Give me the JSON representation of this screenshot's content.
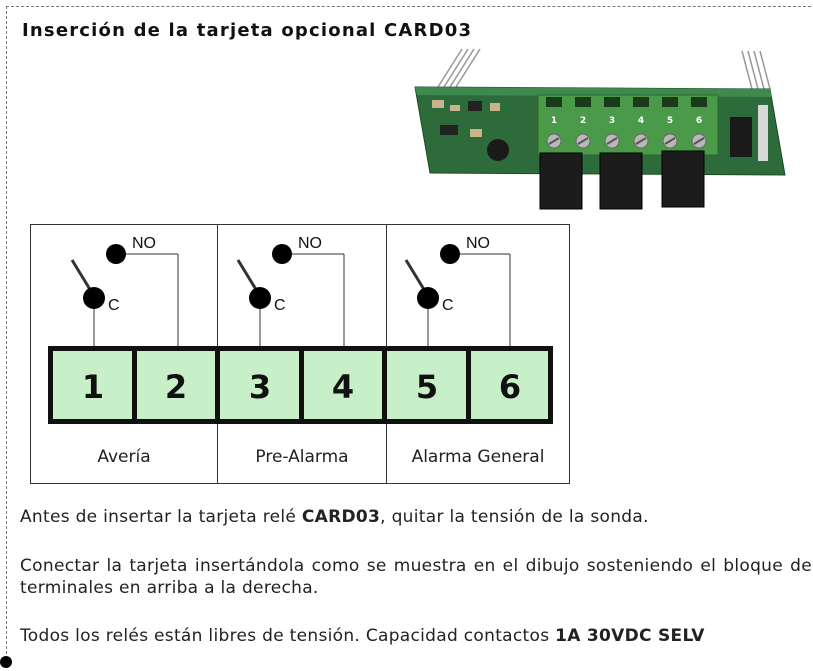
{
  "title": "Inserción de la tarjeta opcional CARD03",
  "board_terminal_numbers": [
    "1",
    "2",
    "3",
    "4",
    "5",
    "6"
  ],
  "diagram": {
    "terminals": [
      "1",
      "2",
      "3",
      "4",
      "5",
      "6"
    ],
    "groups": [
      {
        "label": "Avería",
        "no_label": "NO",
        "c_label": "C"
      },
      {
        "label": "Pre-Alarma",
        "no_label": "NO",
        "c_label": "C"
      },
      {
        "label": "Alarma General",
        "no_label": "NO",
        "c_label": "C"
      }
    ],
    "colors": {
      "terminal_fill": "#c8f0c8",
      "terminal_border": "#111111"
    }
  },
  "paragraphs": {
    "p1_pre": "Antes de insertar la tarjeta relé ",
    "p1_bold": "CARD03",
    "p1_post": ", quitar la tensión de la sonda.",
    "p2": "Conectar la tarjeta insertándola como se muestra en el dibujo sosteniendo el bloque de terminales en arriba a la derecha.",
    "p3_pre": "Todos los relés están libres de tensión. Capacidad contactos ",
    "p3_bold": "1A 30VDC SELV"
  }
}
